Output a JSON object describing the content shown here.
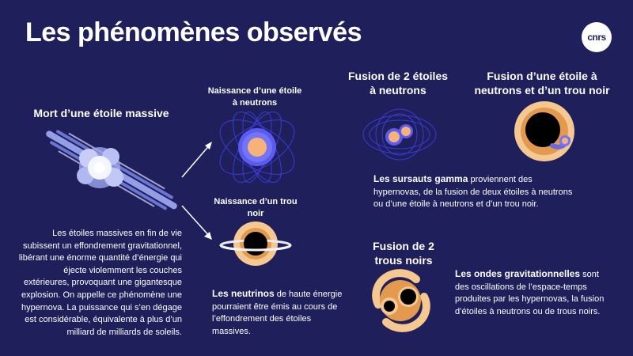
{
  "title": "Les phénomènes observés",
  "logo_text": "cnrs",
  "massive_star": {
    "heading": "Mort d’une étoile massive",
    "description": "Les étoiles massives en fin de vie subissent un effondrement gravitationnel, libérant une énorme quantité d’énergie qui éjecte violemment les couches extérieures, provoquant une gigantesque explosion. On appelle ce phénomène une hypernova. La puissance qui s’en dégage est considérable, équivalente à plus d’un milliard de milliards de soleils."
  },
  "neutron_star_birth": {
    "heading": "Naissance d’une étoile à neutrons"
  },
  "black_hole_birth": {
    "heading": "Naissance d’un trou noir"
  },
  "neutrinos": {
    "emphasis": "Les neutrinos",
    "text": " de haute énergie pourraient être émis au cours de l’effondrement des étoiles massives."
  },
  "fusion_two_neutron": {
    "heading": "Fusion de 2 étoiles à neutrons"
  },
  "fusion_neutron_blackhole": {
    "heading": "Fusion d’une étoile à neutrons et d’un trou noir"
  },
  "gamma": {
    "emphasis": "Les sursauts gamma",
    "text": " proviennent des hypernovas, de la fusion de deux étoiles à neutrons ou d’une étoile à neutrons et d’un trou noir."
  },
  "fusion_two_blackholes": {
    "heading": "Fusion de 2 trous noirs"
  },
  "gravitational_waves": {
    "emphasis": "Les ondes gravitationnelles",
    "text": " sont des oscillations de l’espace-temps produites par les hypernovas, la fusion d’étoiles à neutrons ou de trous noirs."
  },
  "colors": {
    "background": "#1f1f5c",
    "neutron_star": "#f7b27a",
    "magnetic_field": "#3a3ad6",
    "accretion_disk": "#f4c890",
    "star_glow": "#c8d0ff"
  }
}
